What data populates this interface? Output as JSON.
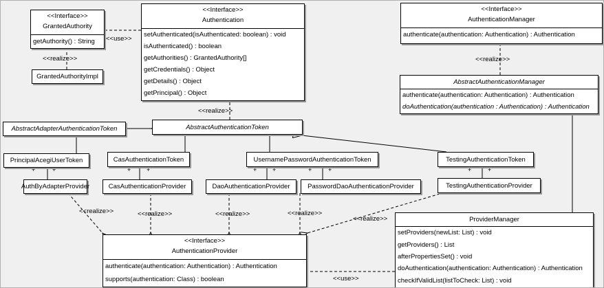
{
  "colors": {
    "background": "#f0f0f0",
    "box_fill": "#ffffff",
    "line": "#000000",
    "shadow": "#9a9a9a"
  },
  "labels": {
    "use": "<<use>>",
    "realize": "<<realize>>",
    "plus": "+"
  },
  "classes": {
    "granted_authority": {
      "stereotype": "<<Interface>>",
      "name": "GrantedAuthority",
      "methods": [
        "getAuthority() : String"
      ]
    },
    "granted_authority_impl": {
      "name": "GrantedAuthorityImpl"
    },
    "authentication": {
      "stereotype": "<<Interface>>",
      "name": "Authentication",
      "methods": [
        "setAuthenticated(isAuthenticated: boolean) : void",
        "isAuthenticated() : boolean",
        "getAuthorities() : GrantedAuthority[]",
        "getCredentials() : Object",
        "getDetails() : Object",
        "getPrincipal() : Object"
      ]
    },
    "authentication_manager": {
      "stereotype": "<<Interface>>",
      "name": "AuthenticationManager",
      "methods": [
        "authenticate(authentication: Authentication) : Authentication"
      ]
    },
    "abstract_authentication_manager": {
      "name": "AbstractAuthenticationManager",
      "methods": [
        "authenticate(authentication: Authentication) : Authentication",
        "doAuthentication(authentication : Authentication) : Authentication"
      ]
    },
    "abstract_adapter_authentication_token": {
      "name": "AbstractAdapterAuthenticationToken"
    },
    "abstract_authentication_token": {
      "name": "AbstractAuthenticationToken"
    },
    "principal_acegi_user_token": {
      "name": "PrincipalAcegiUserToken"
    },
    "cas_authentication_token": {
      "name": "CasAuthenticationToken"
    },
    "username_password_authentication_token": {
      "name": "UsernamePasswordAuthenticationToken"
    },
    "testing_authentication_token": {
      "name": "TestingAuthenticationToken"
    },
    "auth_by_adapter_provider": {
      "name": "AuthByAdapterProvider"
    },
    "cas_authentication_provider": {
      "name": "CasAuthenticationProvider"
    },
    "dao_authentication_provider": {
      "name": "DaoAuthenticationProvider"
    },
    "password_dao_authentication_provider": {
      "name": "PasswordDaoAuthenticationProvider"
    },
    "testing_authentication_provider": {
      "name": "TestingAuthenticationProvider"
    },
    "authentication_provider": {
      "stereotype": "<<Interface>>",
      "name": "AuthenticationProvider",
      "methods": [
        "authenticate(authentication: Authentication) : Authentication",
        "supports(authentication: Class) : boolean"
      ]
    },
    "provider_manager": {
      "name": "ProviderManager",
      "methods": [
        "setProviders(newList: List) : void",
        "getProviders() : List",
        "afterPropertiesSet() : void",
        "doAuthentication(authentication: Authentication) : Authentication",
        "checkIfValidList(listToCheck: List) : void"
      ]
    }
  }
}
